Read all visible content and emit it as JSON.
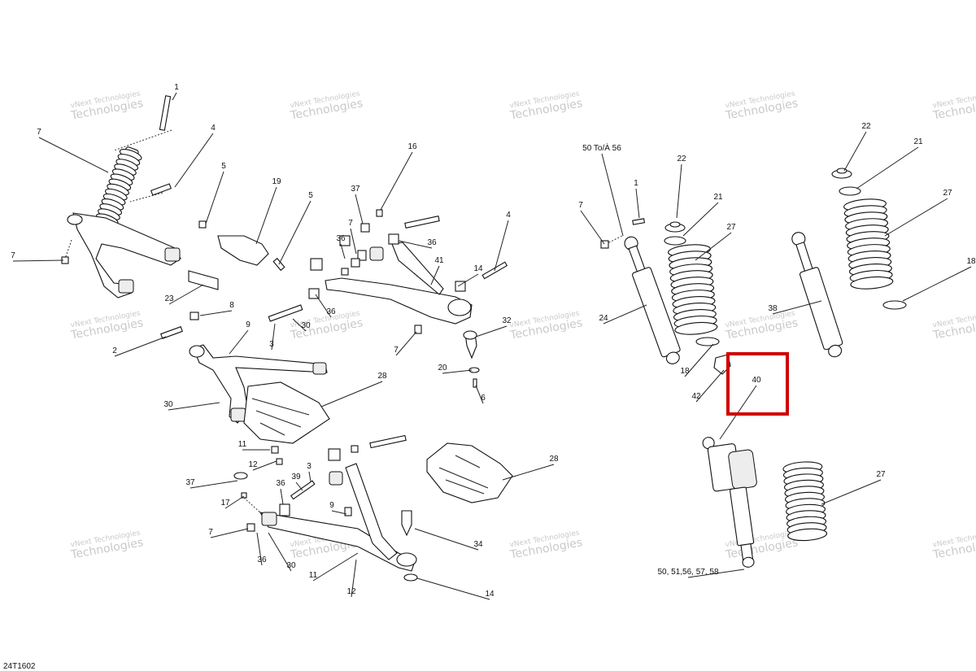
{
  "diagram_id": "24T1602",
  "highlight_color": "#d00000",
  "watermark": {
    "line1": "vNext Technologies",
    "line2": "Technologies"
  },
  "callouts": [
    "1",
    "4",
    "7",
    "7",
    "5",
    "19",
    "5",
    "23",
    "8",
    "2",
    "9",
    "30",
    "11",
    "12",
    "37",
    "17",
    "7",
    "36",
    "39",
    "3",
    "36",
    "30",
    "9",
    "11",
    "12",
    "16",
    "37",
    "7",
    "36",
    "36",
    "41",
    "14",
    "4",
    "36",
    "30",
    "3",
    "7",
    "32",
    "20",
    "6",
    "28",
    "28",
    "34",
    "14",
    "50 To/À 56",
    "1",
    "7",
    "22",
    "21",
    "27",
    "24",
    "18",
    "42",
    "40",
    "22",
    "21",
    "27",
    "38",
    "18",
    "27",
    "50, 51,56, 57, 58"
  ]
}
